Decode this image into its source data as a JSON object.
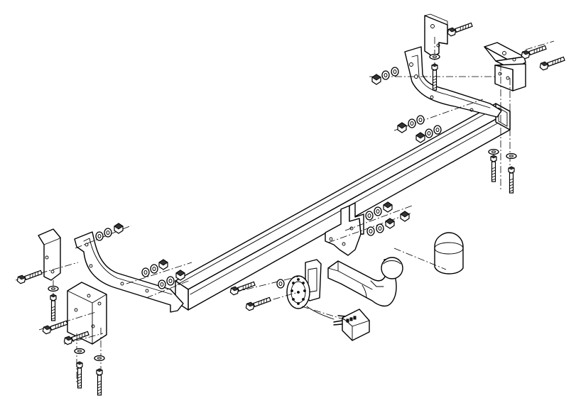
{
  "diagram": {
    "colors": {
      "line": "#000000",
      "background": "#ffffff"
    },
    "parts": [
      "crossbar-tube",
      "right-side-bracket",
      "left-side-bracket",
      "right-top-plate",
      "right-vertical-plate",
      "left-small-bracket",
      "left-lower-plate",
      "center-mount-bracket",
      "tow-ball-neck",
      "tow-ball",
      "ball-cap",
      "socket-plate",
      "electrical-socket",
      "wiring-connector",
      "bolts",
      "nuts",
      "washers"
    ]
  }
}
